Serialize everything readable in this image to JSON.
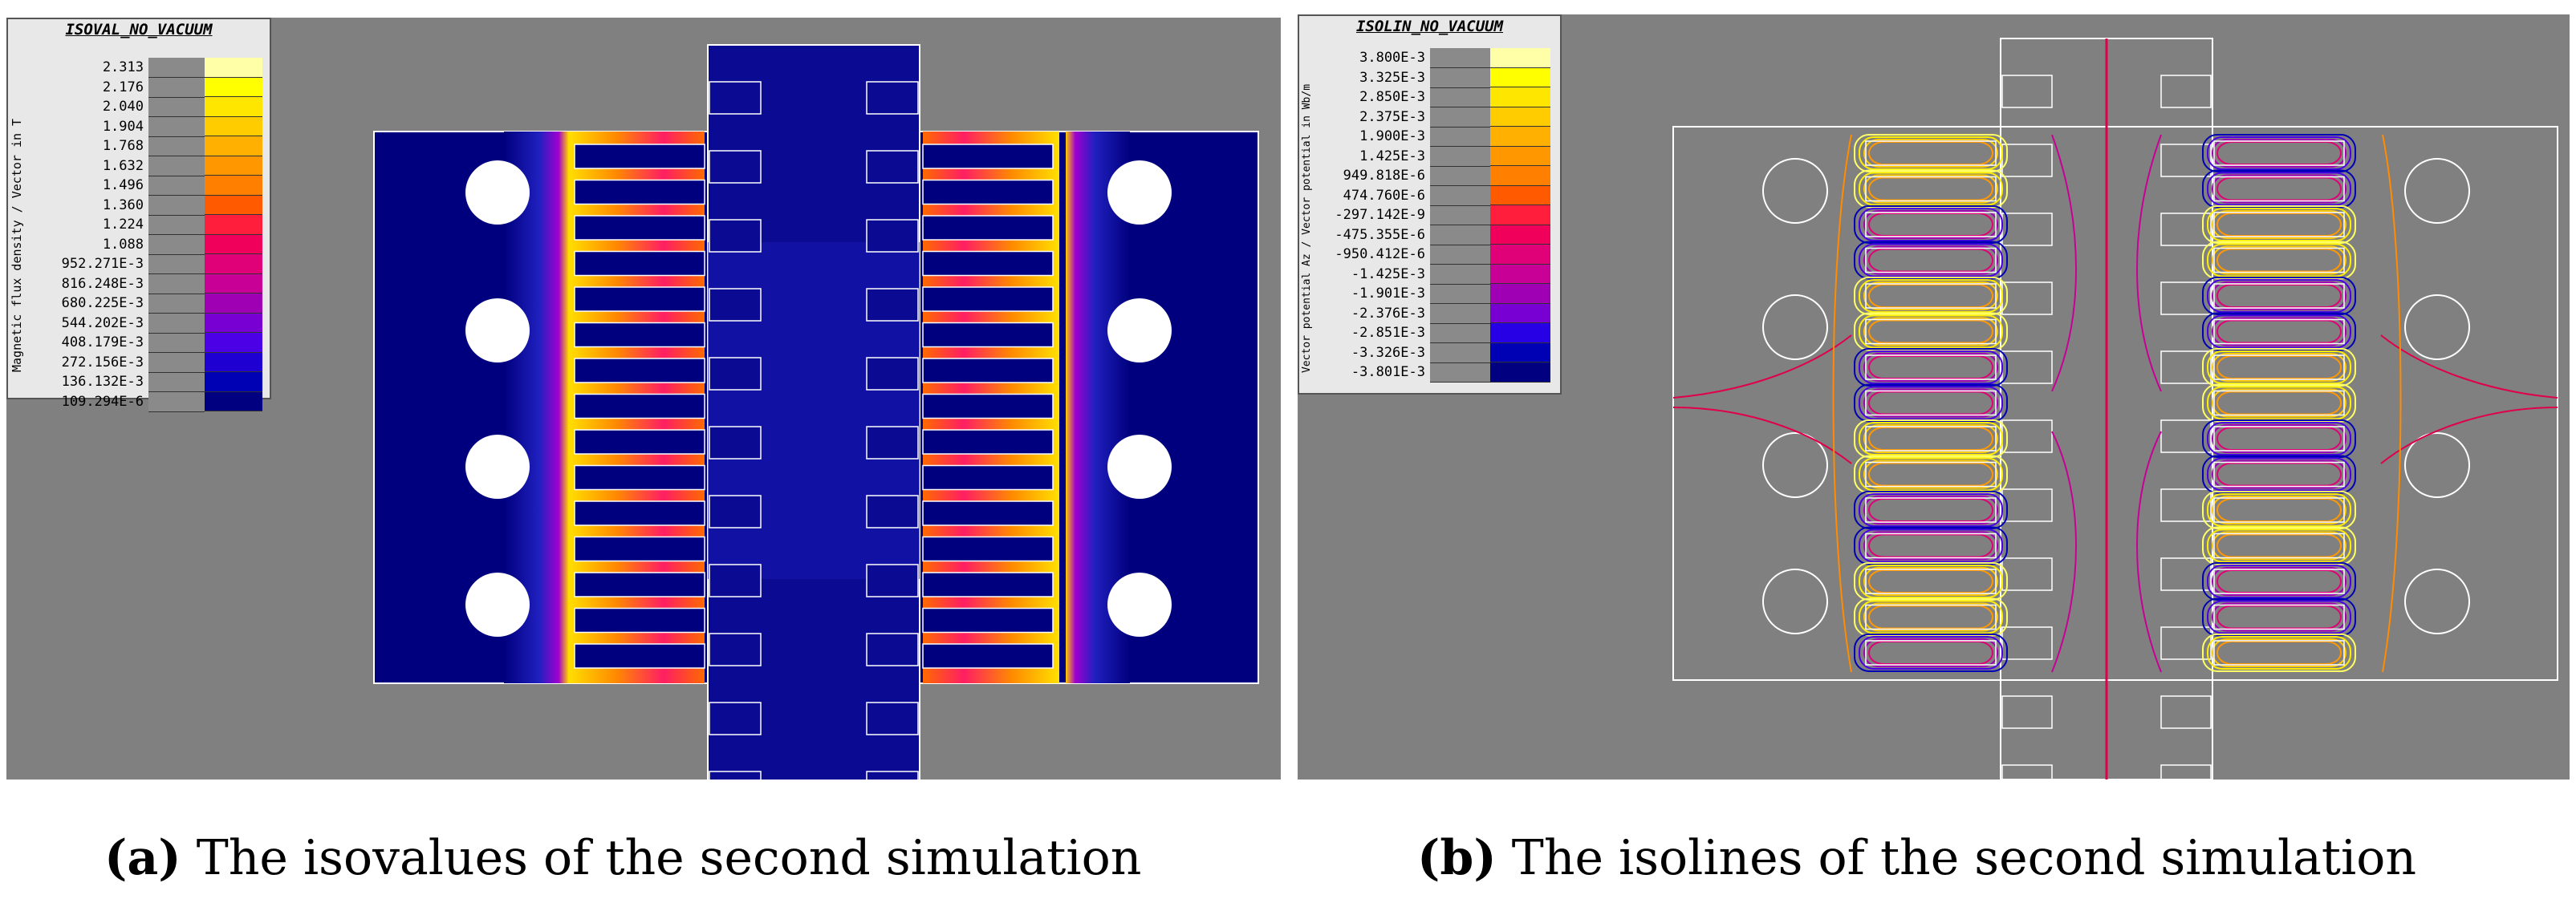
{
  "panel_a": {
    "legend": {
      "title": "ISOVAL_NO_VACUUM",
      "axis_label": "Magnetic flux density / Vector in T",
      "entries": [
        {
          "value": "2.313",
          "color": "#ffffa8"
        },
        {
          "value": "2.176",
          "color": "#ffff00"
        },
        {
          "value": "2.040",
          "color": "#ffe600"
        },
        {
          "value": "1.904",
          "color": "#ffcc00"
        },
        {
          "value": "1.768",
          "color": "#ffb000"
        },
        {
          "value": "1.632",
          "color": "#ff9800"
        },
        {
          "value": "1.496",
          "color": "#ff7f00"
        },
        {
          "value": "1.360",
          "color": "#ff5a00"
        },
        {
          "value": "1.224",
          "color": "#ff1e3c"
        },
        {
          "value": "1.088",
          "color": "#f0005a"
        },
        {
          "value": "952.271E-3",
          "color": "#e00078"
        },
        {
          "value": "816.248E-3",
          "color": "#c80096"
        },
        {
          "value": "680.225E-3",
          "color": "#a000b4"
        },
        {
          "value": "544.202E-3",
          "color": "#7800d2"
        },
        {
          "value": "408.179E-3",
          "color": "#4b00e6"
        },
        {
          "value": "272.156E-3",
          "color": "#1e00d2"
        },
        {
          "value": "136.132E-3",
          "color": "#0000b4"
        },
        {
          "value": "109.294E-6",
          "color": "#000080"
        }
      ]
    },
    "colors": {
      "background": "#808080",
      "core": "#00007e",
      "hot": "#ffdc00",
      "warm": "#ff1e64",
      "medium": "#ff8c00"
    }
  },
  "panel_b": {
    "legend": {
      "title": "ISOLIN_NO_VACUUM",
      "axis_label": "Vector potential Az / Vector potential in Wb/m",
      "entries": [
        {
          "value": "3.800E-3",
          "color": "#ffffa8"
        },
        {
          "value": "3.325E-3",
          "color": "#ffff00"
        },
        {
          "value": "2.850E-3",
          "color": "#ffe600"
        },
        {
          "value": "2.375E-3",
          "color": "#ffcc00"
        },
        {
          "value": "1.900E-3",
          "color": "#ffb000"
        },
        {
          "value": "1.425E-3",
          "color": "#ff9800"
        },
        {
          "value": "949.818E-6",
          "color": "#ff7f00"
        },
        {
          "value": "474.760E-6",
          "color": "#ff5a00"
        },
        {
          "value": "-297.142E-9",
          "color": "#ff1e3c"
        },
        {
          "value": "-475.355E-6",
          "color": "#f0005a"
        },
        {
          "value": "-950.412E-6",
          "color": "#e00078"
        },
        {
          "value": "-1.425E-3",
          "color": "#c80096"
        },
        {
          "value": "-1.901E-3",
          "color": "#a000b4"
        },
        {
          "value": "-2.376E-3",
          "color": "#7800d2"
        },
        {
          "value": "-2.851E-3",
          "color": "#2800e6"
        },
        {
          "value": "-3.326E-3",
          "color": "#0000b4"
        },
        {
          "value": "-3.801E-3",
          "color": "#000080"
        }
      ]
    },
    "colors": {
      "background": "#808080",
      "outline": "#ffffff",
      "symmetry_line": "#e0004a"
    }
  },
  "captions": {
    "a_label": "(a)",
    "a_text": " The isovalues of the second simulation",
    "b_label": "(b)",
    "b_text": " The isolines of the second simulation"
  }
}
